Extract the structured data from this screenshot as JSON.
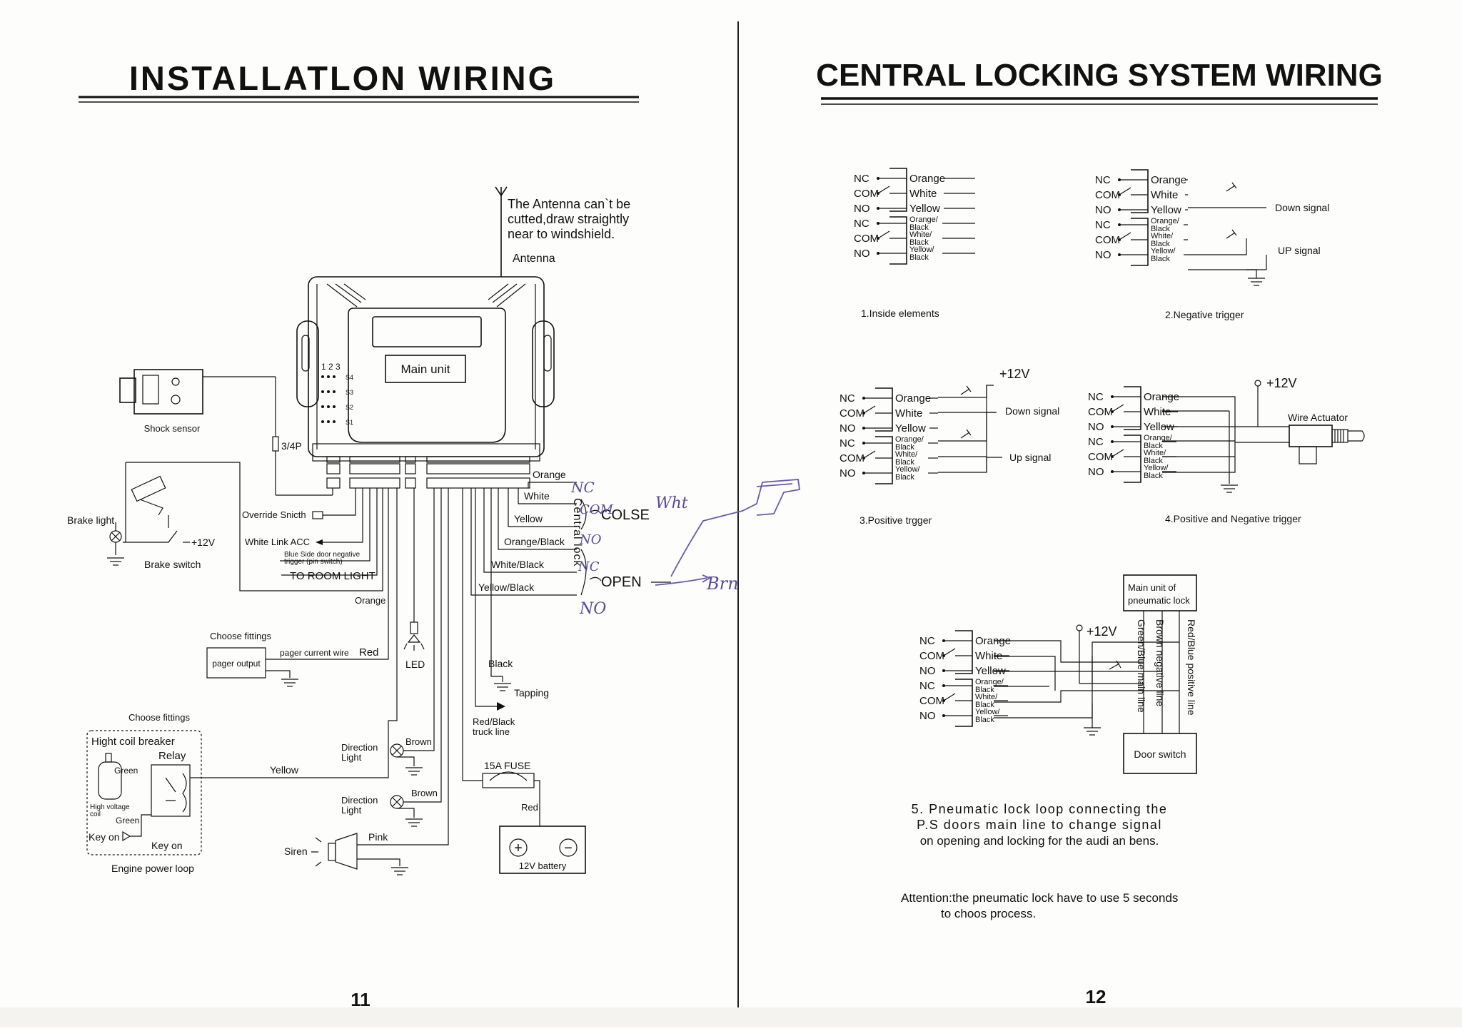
{
  "left_page": {
    "title": "INSTALLATLON  WIRING",
    "page_number": "11",
    "antenna_note": [
      "The Antenna can`t be",
      "cutted,draw straightly",
      "near to windshield."
    ],
    "antenna_label": "Antenna",
    "main_unit_label": "Main unit",
    "dip_header": "1 2 3",
    "dip_rows": [
      "S4",
      "S3",
      "S2",
      "S1"
    ],
    "connector_label": "3/4P",
    "shock_sensor_label": "Shock sensor",
    "brake_light_label": "Brake light",
    "brake_switch_label": "Brake switch",
    "plus12v": "+12V",
    "override_label": "Override Snicth",
    "white_link_label": "White Link ACC",
    "blue_side_label": [
      "Blue Side door negative",
      "trigger (pin switch)"
    ],
    "room_light_label": "TO ROOM LIGHT",
    "orange_label": "Orange",
    "choose_fittings_1": "Choose fittings",
    "pager_output": "pager output",
    "pager_wire": "pager current wire",
    "red_label": "Red",
    "led_label": "LED",
    "black_label": "Black",
    "tapping_label": "Tapping",
    "red_black_label": [
      "Red/Black",
      "truck line"
    ],
    "fuse_label": "15A FUSE",
    "red_label_2": "Red",
    "battery_label": "12V battery",
    "plus_symbol": "+",
    "minus_symbol": "−",
    "choose_fittings_2": "Choose fittings",
    "coil_breaker": "Hight coil breaker",
    "relay_label": "Relay",
    "green_label": "Green",
    "hv_coil": [
      "High voltage",
      "coil"
    ],
    "key_on_1": "Key on",
    "key_on_2": "Key on",
    "engine_loop": "Engine power loop",
    "yellow_label": "Yellow",
    "direction_light": [
      "Direction",
      "Light"
    ],
    "brown_label": "Brown",
    "siren_label": "Siren",
    "pink_label": "Pink",
    "central_wires": [
      "Orange",
      "White",
      "Yellow",
      "Orange/Black",
      "White/Black",
      "Yellow/Black"
    ],
    "central_lock_vertical": "Central lock",
    "close_label": "COLSE",
    "open_label": "OPEN",
    "handwritten": {
      "nc_top": "NC",
      "com": "COM",
      "no": "NO",
      "nc_bottom": "NC",
      "no_bottom": "NO",
      "white": "Wht",
      "brown": "Brn"
    }
  },
  "right_page": {
    "title": "CENTRAL LOCKING SYSTEM WIRING",
    "page_number": "12",
    "relay_labels": [
      "NC",
      "COM",
      "NO",
      "NC",
      "COM",
      "NO"
    ],
    "wire_labels": [
      "Orange",
      "White",
      "Yellow",
      "Orange/ Black",
      "White/ Black",
      "Yellow/ Black"
    ],
    "diagram_captions": [
      "1.Inside elements",
      "2.Negative trigger",
      "3.Positive trgger",
      "4.Positive and Negative trigger"
    ],
    "down_signal": "Down signal",
    "up_signal_2": "UP signal",
    "up_signal_3": "Up signal",
    "plus12v": "+12V",
    "wire_actuator": "Wire Actuator",
    "pneumatic_unit": [
      "Main unit of",
      "pneumatic lock"
    ],
    "pneumatic_lines": [
      "Green/Blue main line",
      "Brown negative line",
      "Red/Blue positive line"
    ],
    "door_switch": "Door switch",
    "caption_5": [
      "5. Pneumatic lock loop connecting the",
      "P.S doors main line to change signal",
      "on opening and locking for the audi an bens."
    ],
    "attention": [
      "Attention:the pneumatic lock have to use 5 seconds",
      "to choos process."
    ]
  }
}
